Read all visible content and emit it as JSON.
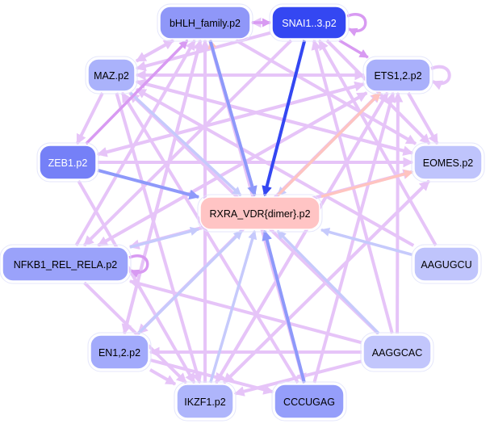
{
  "diagram": {
    "type": "regulatory-network",
    "colors": {
      "edge_pink": "#e6c4f8",
      "edge_violet": "#d89af2",
      "edge_light_blue": "#c6cafc",
      "edge_mid_blue": "#8e99fa",
      "edge_strong_blue": "#3447f2",
      "edge_salmon": "#ffc4c0"
    },
    "nodes": [
      {
        "id": "bHLH",
        "label": "bHLH_family.p2",
        "fill": "#8f97f8",
        "text_color": "#000000"
      },
      {
        "id": "SNAI",
        "label": "SNAI1..3.p2",
        "fill": "#3447f2",
        "text_color": "#ffffff"
      },
      {
        "id": "MAZ",
        "label": "MAZ.p2",
        "fill": "#aab2fb",
        "text_color": "#000000"
      },
      {
        "id": "ETS",
        "label": "ETS1,2.p2",
        "fill": "#a9b0fb",
        "text_color": "#000000"
      },
      {
        "id": "ZEB1",
        "label": "ZEB1.p2",
        "fill": "#7580f7",
        "text_color": "#ffffff"
      },
      {
        "id": "EOMES",
        "label": "EOMES.p2",
        "fill": "#bfc4fc",
        "text_color": "#000000"
      },
      {
        "id": "RXRA",
        "label": "RXRA_VDR{dimer}.p2",
        "fill": "#ffc4c4",
        "text_color": "#000000"
      },
      {
        "id": "NFKB",
        "label": "NFKB1_REL_RELA.p2",
        "fill": "#9aa2fa",
        "text_color": "#000000"
      },
      {
        "id": "AAGUGCU",
        "label": "AAGUGCU",
        "fill": "#bfc4fc",
        "text_color": "#000000"
      },
      {
        "id": "EN12",
        "label": "EN1,2.p2",
        "fill": "#a2aafb",
        "text_color": "#000000"
      },
      {
        "id": "AAGGCAC",
        "label": "AAGGCAC",
        "fill": "#c2c6fc",
        "text_color": "#000000"
      },
      {
        "id": "IKZF1",
        "label": "IKZF1.p2",
        "fill": "#aeb5fb",
        "text_color": "#000000"
      },
      {
        "id": "CCCUGAG",
        "label": "CCCUGAG",
        "fill": "#959efa",
        "text_color": "#000000"
      }
    ],
    "edges": [
      {
        "from": "SNAI",
        "to": "RXRA",
        "color": "edge_strong_blue"
      },
      {
        "from": "ZEB1",
        "to": "RXRA",
        "color": "edge_mid_blue"
      },
      {
        "from": "CCCUGAG",
        "to": "RXRA",
        "color": "edge_mid_blue"
      },
      {
        "from": "bHLH",
        "to": "RXRA",
        "color": "edge_mid_blue"
      },
      {
        "from": "MAZ",
        "to": "RXRA",
        "color": "edge_light_blue"
      },
      {
        "from": "NFKB",
        "to": "RXRA",
        "color": "edge_light_blue"
      },
      {
        "from": "EN12",
        "to": "RXRA",
        "color": "edge_light_blue"
      },
      {
        "from": "IKZF1",
        "to": "RXRA",
        "color": "edge_light_blue"
      },
      {
        "from": "AAGGCAC",
        "to": "RXRA",
        "color": "edge_light_blue"
      },
      {
        "from": "AAGUGCU",
        "to": "RXRA",
        "color": "edge_light_blue"
      },
      {
        "from": "ETS",
        "to": "RXRA",
        "color": "edge_light_blue"
      },
      {
        "from": "RXRA",
        "to": "bHLH",
        "color": "edge_salmon"
      },
      {
        "from": "RXRA",
        "to": "ETS",
        "color": "edge_salmon"
      },
      {
        "from": "RXRA",
        "to": "EOMES",
        "color": "edge_salmon"
      },
      {
        "from": "bHLH",
        "to": "SNAI",
        "color": "edge_violet"
      },
      {
        "from": "SNAI",
        "to": "bHLH",
        "color": "edge_pink"
      },
      {
        "from": "SNAI",
        "to": "SNAI",
        "color": "edge_violet",
        "self": true
      },
      {
        "from": "ETS",
        "to": "ETS",
        "color": "edge_pink",
        "self": true
      },
      {
        "from": "NFKB",
        "to": "NFKB",
        "color": "edge_violet",
        "self": true
      },
      {
        "from": "ZEB1",
        "to": "bHLH",
        "color": "edge_violet"
      },
      {
        "from": "MAZ",
        "to": "bHLH",
        "color": "edge_pink"
      },
      {
        "from": "MAZ",
        "to": "ZEB1",
        "color": "edge_pink"
      },
      {
        "from": "MAZ",
        "to": "ETS",
        "color": "edge_pink"
      },
      {
        "from": "MAZ",
        "to": "EOMES",
        "color": "edge_pink"
      },
      {
        "from": "MAZ",
        "to": "IKZF1",
        "color": "edge_pink"
      },
      {
        "from": "ZEB1",
        "to": "ETS",
        "color": "edge_pink"
      },
      {
        "from": "ZEB1",
        "to": "EOMES",
        "color": "edge_pink"
      },
      {
        "from": "ZEB1",
        "to": "IKZF1",
        "color": "edge_pink"
      },
      {
        "from": "NFKB",
        "to": "bHLH",
        "color": "edge_pink"
      },
      {
        "from": "NFKB",
        "to": "ETS",
        "color": "edge_pink"
      },
      {
        "from": "NFKB",
        "to": "EOMES",
        "color": "edge_pink"
      },
      {
        "from": "EN12",
        "to": "bHLH",
        "color": "edge_pink"
      },
      {
        "from": "EN12",
        "to": "ETS",
        "color": "edge_pink"
      },
      {
        "from": "EN12",
        "to": "IKZF1",
        "color": "edge_pink"
      },
      {
        "from": "IKZF1",
        "to": "bHLH",
        "color": "edge_pink"
      },
      {
        "from": "IKZF1",
        "to": "ETS",
        "color": "edge_pink"
      },
      {
        "from": "IKZF1",
        "to": "EOMES",
        "color": "edge_pink"
      },
      {
        "from": "CCCUGAG",
        "to": "ETS",
        "color": "edge_pink"
      },
      {
        "from": "CCCUGAG",
        "to": "MAZ",
        "color": "edge_pink"
      },
      {
        "from": "AAGGCAC",
        "to": "EN12",
        "color": "edge_pink"
      },
      {
        "from": "AAGGCAC",
        "to": "NFKB",
        "color": "edge_pink"
      },
      {
        "from": "AAGGCAC",
        "to": "IKZF1",
        "color": "edge_pink"
      },
      {
        "from": "AAGGCAC",
        "to": "SNAI",
        "color": "edge_pink"
      },
      {
        "from": "AAGGCAC",
        "to": "ETS",
        "color": "edge_pink"
      },
      {
        "from": "AAGGCAC",
        "to": "MAZ",
        "color": "edge_pink"
      },
      {
        "from": "AAGUGCU",
        "to": "MAZ",
        "color": "edge_pink"
      },
      {
        "from": "AAGUGCU",
        "to": "SNAI",
        "color": "edge_pink"
      },
      {
        "from": "ETS",
        "to": "MAZ",
        "color": "edge_pink"
      },
      {
        "from": "ETS",
        "to": "ZEB1",
        "color": "edge_pink"
      },
      {
        "from": "ETS",
        "to": "NFKB",
        "color": "edge_pink"
      },
      {
        "from": "ETS",
        "to": "EOMES",
        "color": "edge_pink"
      },
      {
        "from": "ETS",
        "to": "EN12",
        "color": "edge_pink"
      },
      {
        "from": "ETS",
        "to": "IKZF1",
        "color": "edge_pink"
      },
      {
        "from": "SNAI",
        "to": "MAZ",
        "color": "edge_pink"
      },
      {
        "from": "SNAI",
        "to": "EOMES",
        "color": "edge_pink"
      },
      {
        "from": "SNAI",
        "to": "ETS",
        "color": "edge_violet"
      },
      {
        "from": "SNAI",
        "to": "NFKB",
        "color": "edge_pink"
      },
      {
        "from": "bHLH",
        "to": "MAZ",
        "color": "edge_pink"
      },
      {
        "from": "bHLH",
        "to": "EOMES",
        "color": "edge_pink"
      },
      {
        "from": "bHLH",
        "to": "EN12",
        "color": "edge_pink"
      },
      {
        "from": "bHLH",
        "to": "CCCUGAG",
        "color": "edge_pink"
      },
      {
        "from": "EOMES",
        "to": "NFKB",
        "color": "edge_pink"
      },
      {
        "from": "EOMES",
        "to": "IKZF1",
        "color": "edge_pink"
      },
      {
        "from": "EOMES",
        "to": "MAZ",
        "color": "edge_pink"
      },
      {
        "from": "NFKB",
        "to": "IKZF1",
        "color": "edge_pink"
      },
      {
        "from": "EN12",
        "to": "CCCUGAG",
        "color": "edge_pink"
      }
    ]
  }
}
